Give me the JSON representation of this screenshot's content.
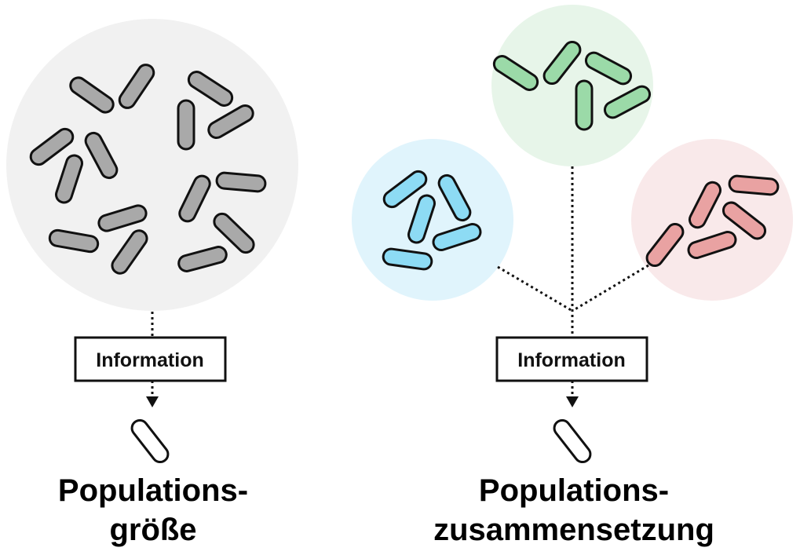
{
  "panels": [
    {
      "id": "size",
      "info_label": "Information",
      "caption_line1": "Populations-",
      "caption_line2": "größe"
    },
    {
      "id": "composition",
      "info_label": "Information",
      "caption_line1": "Populations-",
      "caption_line2": "zusammensetzung"
    }
  ],
  "colors": {
    "gray_bg": "#f1f1f1",
    "gray_fill": "#a9a9a9",
    "green_bg": "#e7f5e9",
    "green_fill": "#9bdaa8",
    "blue_bg": "#e0f4fc",
    "blue_fill": "#8ddbf4",
    "red_bg": "#f9e9ea",
    "red_fill": "#e9a2a2",
    "stroke": "#111111"
  }
}
